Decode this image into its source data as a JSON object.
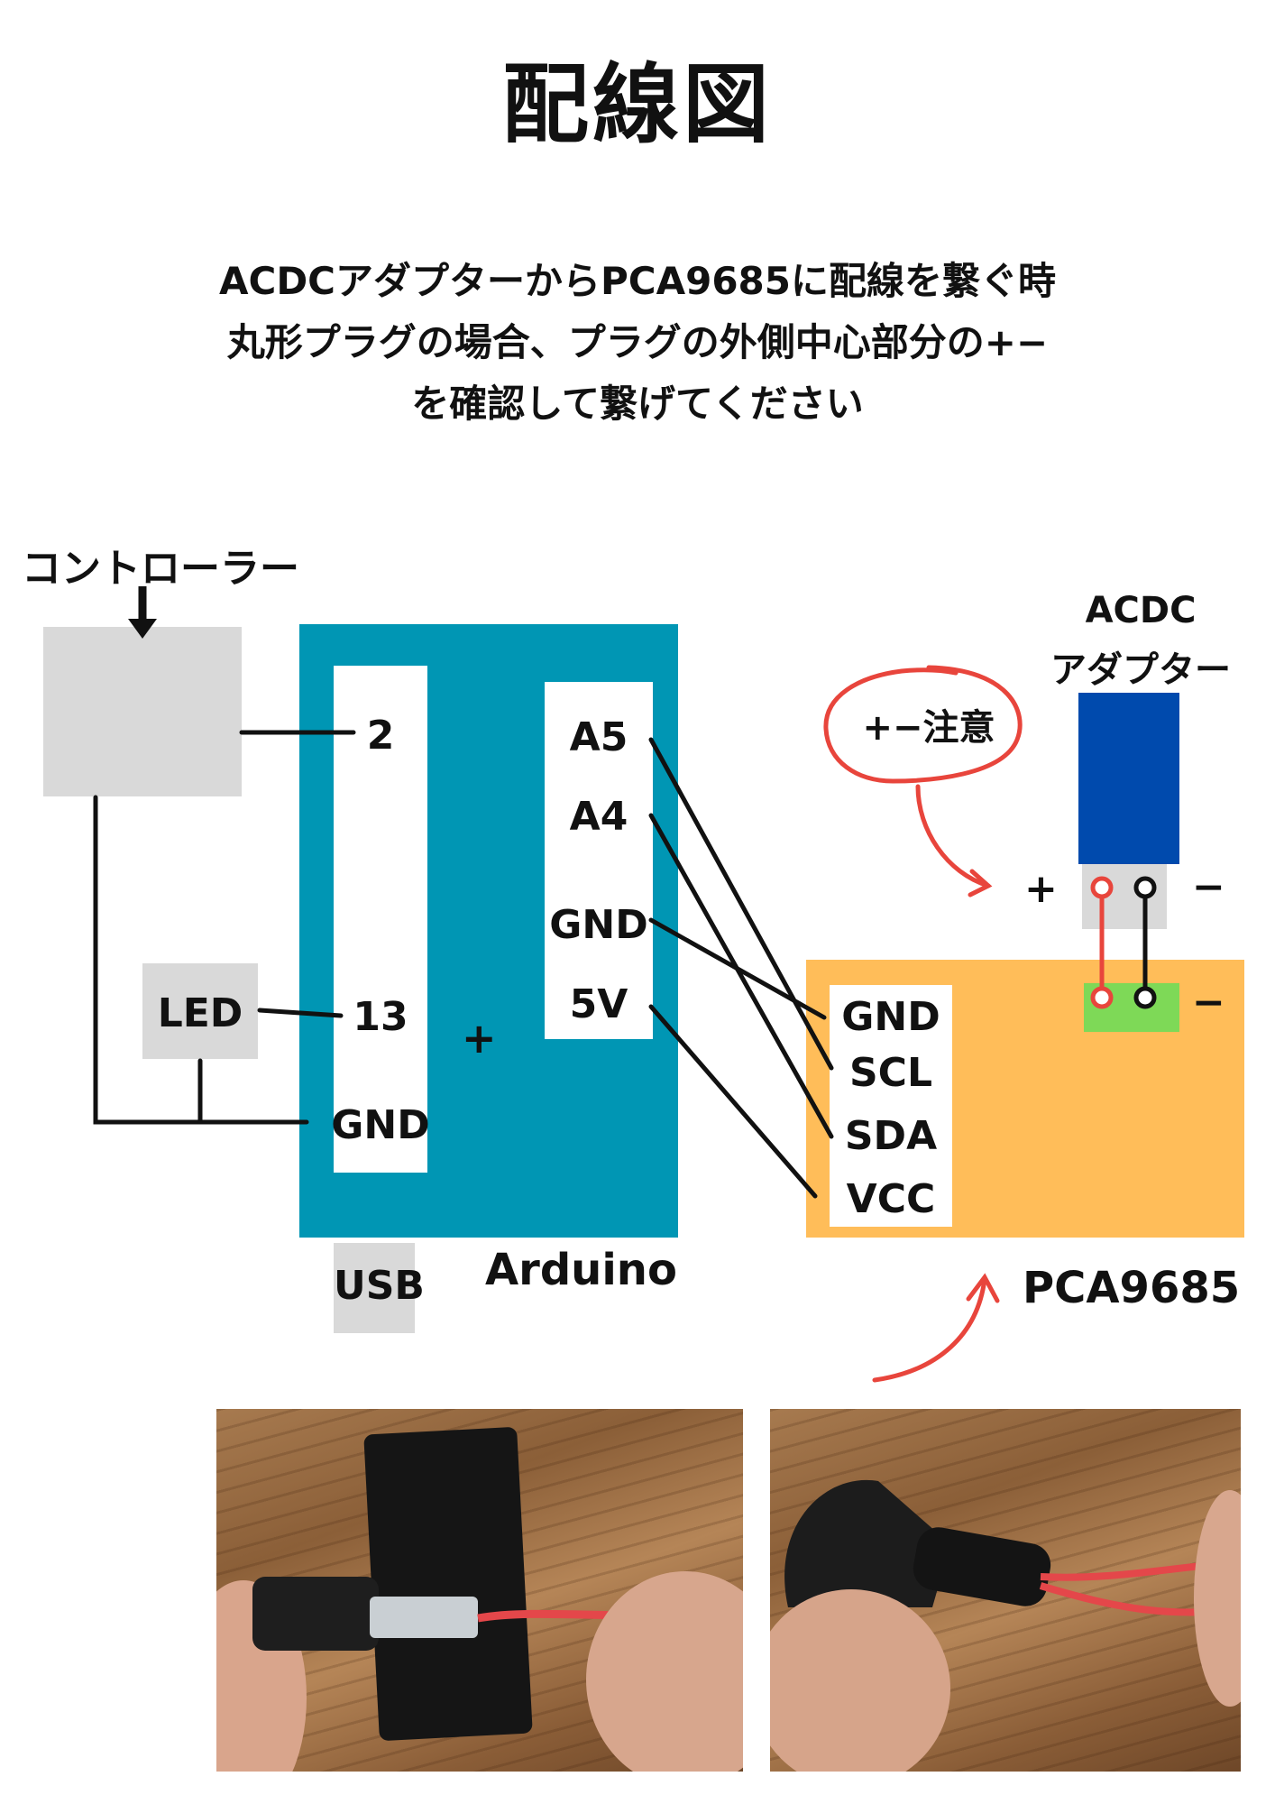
{
  "title": "配線図",
  "instructions": [
    "ACDCアダプターからPCA9685に配線を繋ぐ時",
    "丸形プラグの場合、プラグの外側中心部分の+−",
    "を確認して繋げてください"
  ],
  "controller": {
    "label": "コントローラー"
  },
  "led": {
    "label": "LED"
  },
  "arduino": {
    "label": "Arduino",
    "usb_label": "USB",
    "plus_label": "+",
    "left_pins": [
      "2",
      "13",
      "GND"
    ],
    "right_pins": [
      "A5",
      "A4",
      "GND",
      "5V"
    ]
  },
  "pca9685": {
    "label": "PCA9685",
    "pins": [
      "GND",
      "SCL",
      "SDA",
      "VCC"
    ],
    "minus_label": "−"
  },
  "adapter": {
    "label_line1": "ACDC",
    "label_line2": "アダプター",
    "plus_label": "+",
    "minus_label": "−"
  },
  "note": {
    "label": "+−注意"
  },
  "colors": {
    "arduino": "#0096b4",
    "pca9685": "#ffbd59",
    "adapter": "#004aad",
    "terminal": "#7ed957",
    "gray": "#d9d9d9",
    "annotation": "#e8453c",
    "wire": "#111111"
  }
}
